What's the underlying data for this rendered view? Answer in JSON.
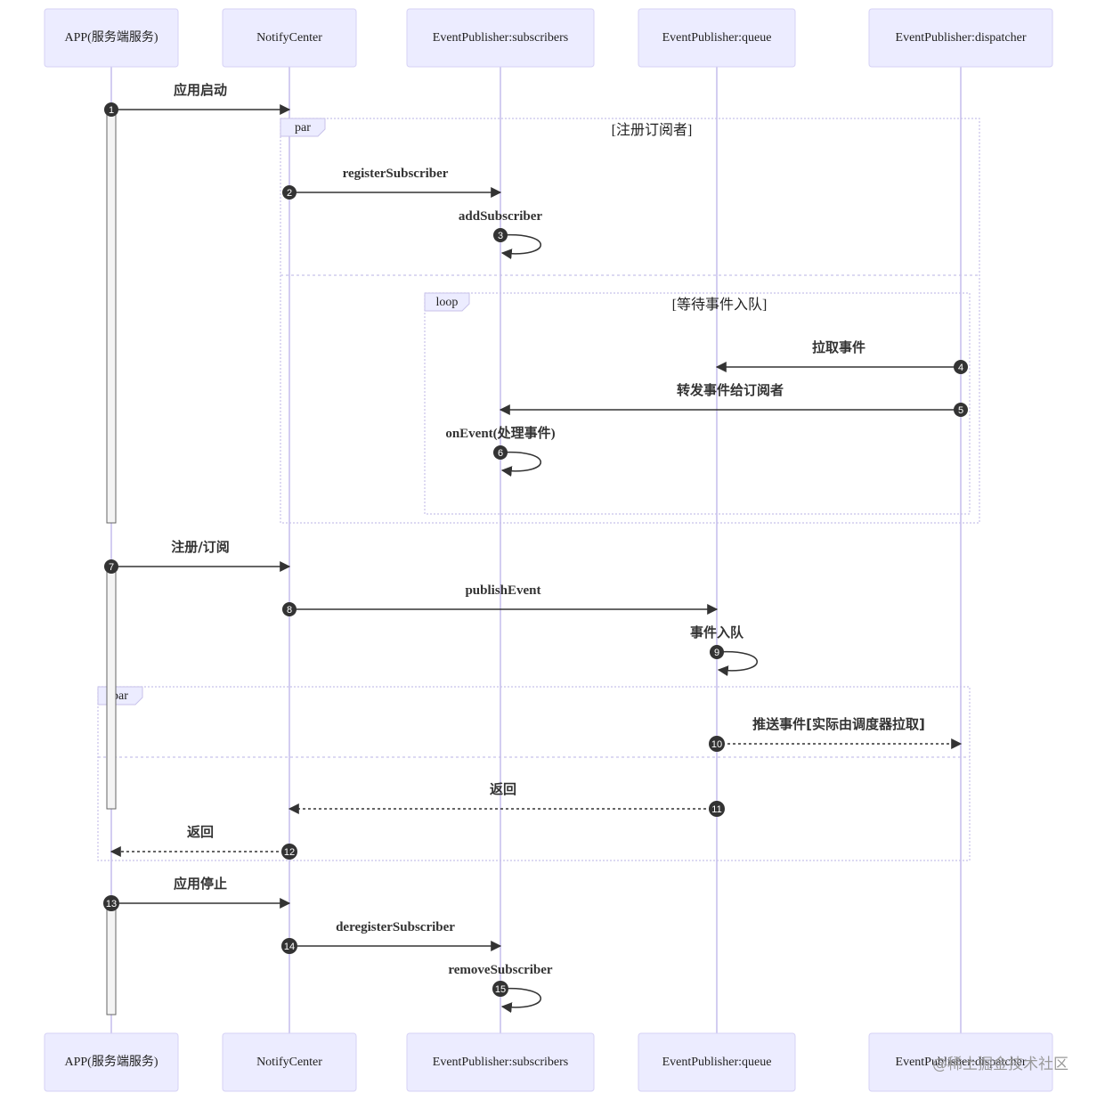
{
  "participants": [
    {
      "label": "APP(服务端服务)"
    },
    {
      "label": "NotifyCenter"
    },
    {
      "label": "EventPublisher:subscribers"
    },
    {
      "label": "EventPublisher:queue"
    },
    {
      "label": "EventPublisher:dispatcher"
    }
  ],
  "frames": [
    {
      "tag": "par",
      "condition": "[注册订阅者]"
    },
    {
      "tag": "loop",
      "condition": "[等待事件入队]"
    },
    {
      "tag": "par",
      "condition": ""
    }
  ],
  "messages": [
    {
      "seq": "1",
      "label": "应用启动",
      "from": "APP(服务端服务)",
      "to": "NotifyCenter",
      "style": "solid"
    },
    {
      "seq": "2",
      "label": "registerSubscriber",
      "from": "NotifyCenter",
      "to": "EventPublisher:subscribers",
      "style": "solid"
    },
    {
      "seq": "3",
      "label": "addSubscriber",
      "from": "EventPublisher:subscribers",
      "to": "EventPublisher:subscribers",
      "style": "self"
    },
    {
      "seq": "4",
      "label": "拉取事件",
      "from": "EventPublisher:dispatcher",
      "to": "EventPublisher:queue",
      "style": "solid"
    },
    {
      "seq": "5",
      "label": "转发事件给订阅者",
      "from": "EventPublisher:dispatcher",
      "to": "EventPublisher:subscribers",
      "style": "solid"
    },
    {
      "seq": "6",
      "label": "onEvent(处理事件)",
      "from": "EventPublisher:subscribers",
      "to": "EventPublisher:subscribers",
      "style": "self"
    },
    {
      "seq": "7",
      "label": "注册/订阅",
      "from": "APP(服务端服务)",
      "to": "NotifyCenter",
      "style": "solid"
    },
    {
      "seq": "8",
      "label": "publishEvent",
      "from": "NotifyCenter",
      "to": "EventPublisher:queue",
      "style": "solid"
    },
    {
      "seq": "9",
      "label": "事件入队",
      "from": "EventPublisher:queue",
      "to": "EventPublisher:queue",
      "style": "self"
    },
    {
      "seq": "10",
      "label": "推送事件[实际由调度器拉取]",
      "from": "EventPublisher:queue",
      "to": "EventPublisher:dispatcher",
      "style": "dashed"
    },
    {
      "seq": "11",
      "label": "返回",
      "from": "EventPublisher:queue",
      "to": "NotifyCenter",
      "style": "dashed"
    },
    {
      "seq": "12",
      "label": "返回",
      "from": "NotifyCenter",
      "to": "APP(服务端服务)",
      "style": "dashed"
    },
    {
      "seq": "13",
      "label": "应用停止",
      "from": "APP(服务端服务)",
      "to": "NotifyCenter",
      "style": "solid"
    },
    {
      "seq": "14",
      "label": "deregisterSubscriber",
      "from": "NotifyCenter",
      "to": "EventPublisher:subscribers",
      "style": "solid"
    },
    {
      "seq": "15",
      "label": "removeSubscriber",
      "from": "EventPublisher:subscribers",
      "to": "EventPublisher:subscribers",
      "style": "self"
    }
  ],
  "watermark": "@稀土掘金技术社区"
}
